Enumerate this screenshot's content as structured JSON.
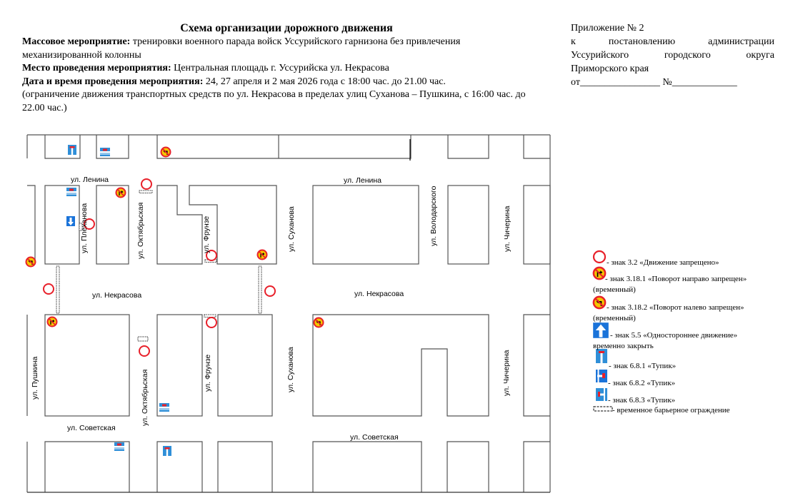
{
  "header": {
    "title": "Схема организации дорожного движения",
    "event_label": "Массовое мероприятие:",
    "event_value": " тренировки военного парада войск Уссурийского гарнизона без привлечения механизированной колонны",
    "place_label": "Место проведения мероприятия:",
    "place_value": " Центральная площадь г. Уссурийска ул. Некрасова",
    "date_label": "Дата и время проведения мероприятия:",
    "date_value": " 24, 27 апреля и 2 мая  2026 года с 18:00 час. до 21.00 час.",
    "restriction": "(ограничение движения транспортных средств по ул. Некрасова в пределах улиц Суханова – Пушкина, с 16:00 час. до 22.00 час.)"
  },
  "appendix": {
    "line1": "Приложение № 2",
    "line2": "к постановлению администрации",
    "line3": "Уссурийского городского округа",
    "line4": "Приморского края",
    "line5": "от________________ №_____________"
  },
  "streets": {
    "lenina_left": "ул. Ленина",
    "lenina_right": "ул. Ленина",
    "plekhanova": "ул. Плеханова",
    "oktyabrskaya_top": "ул. Октябрьская",
    "oktyabrskaya_bottom": "ул. Октябрьская",
    "frunze_top": "ул. Фрунзе",
    "frunze_bottom": "ул. Фрунзе",
    "sukhanova_top": "ул. Суханова",
    "sukhanova_bottom": "ул. Суханова",
    "volodarskogo": "ул. Володарского",
    "chicherina_top": "ул. Чичерина",
    "chicherina_bottom": "ул. Чичерина",
    "nekrasova_left": "ул. Некрасова",
    "nekrasova_right": "ул. Некрасова",
    "pushkina": "ул. Пушкина",
    "sovetskaya_left": "ул. Советская",
    "sovetskaya_right": "ул. Советская"
  },
  "legend": [
    {
      "icon": "no-entry-sign-icon",
      "text": " - знак 3.2 «Движение запрещено»"
    },
    {
      "icon": "no-right-turn-sign-icon",
      "text": "- знак 3.18.1 «Поворот направо запрещен»",
      "note": "(временный)"
    },
    {
      "icon": "no-left-turn-sign-icon",
      "text": " - знак 3.18.2  «Поворот налево запрещен»",
      "note": "(временный)"
    },
    {
      "icon": "one-way-sign-icon",
      "text": " - знак 5.5 «Одностороннее движение»",
      "note": "временно закрыть"
    },
    {
      "icon": "dead-end-6-8-1-icon",
      "text": " - знак 6.8.1 «Тупик»"
    },
    {
      "icon": "dead-end-6-8-2-icon",
      "text": "- знак 6.8.2 «Тупик»"
    },
    {
      "icon": "dead-end-6-8-3-icon",
      "text": "- знак 6.8.3 «Тупик»"
    },
    {
      "icon": "barrier-icon",
      "text": " - временное барьерное ограждение"
    }
  ],
  "colors": {
    "sign_red": "#e8202a",
    "sign_yellow": "#f5c400",
    "sign_blue": "#1a73d9",
    "dead_end_blue": "#2f8fd8",
    "block_stroke": "#555555"
  }
}
